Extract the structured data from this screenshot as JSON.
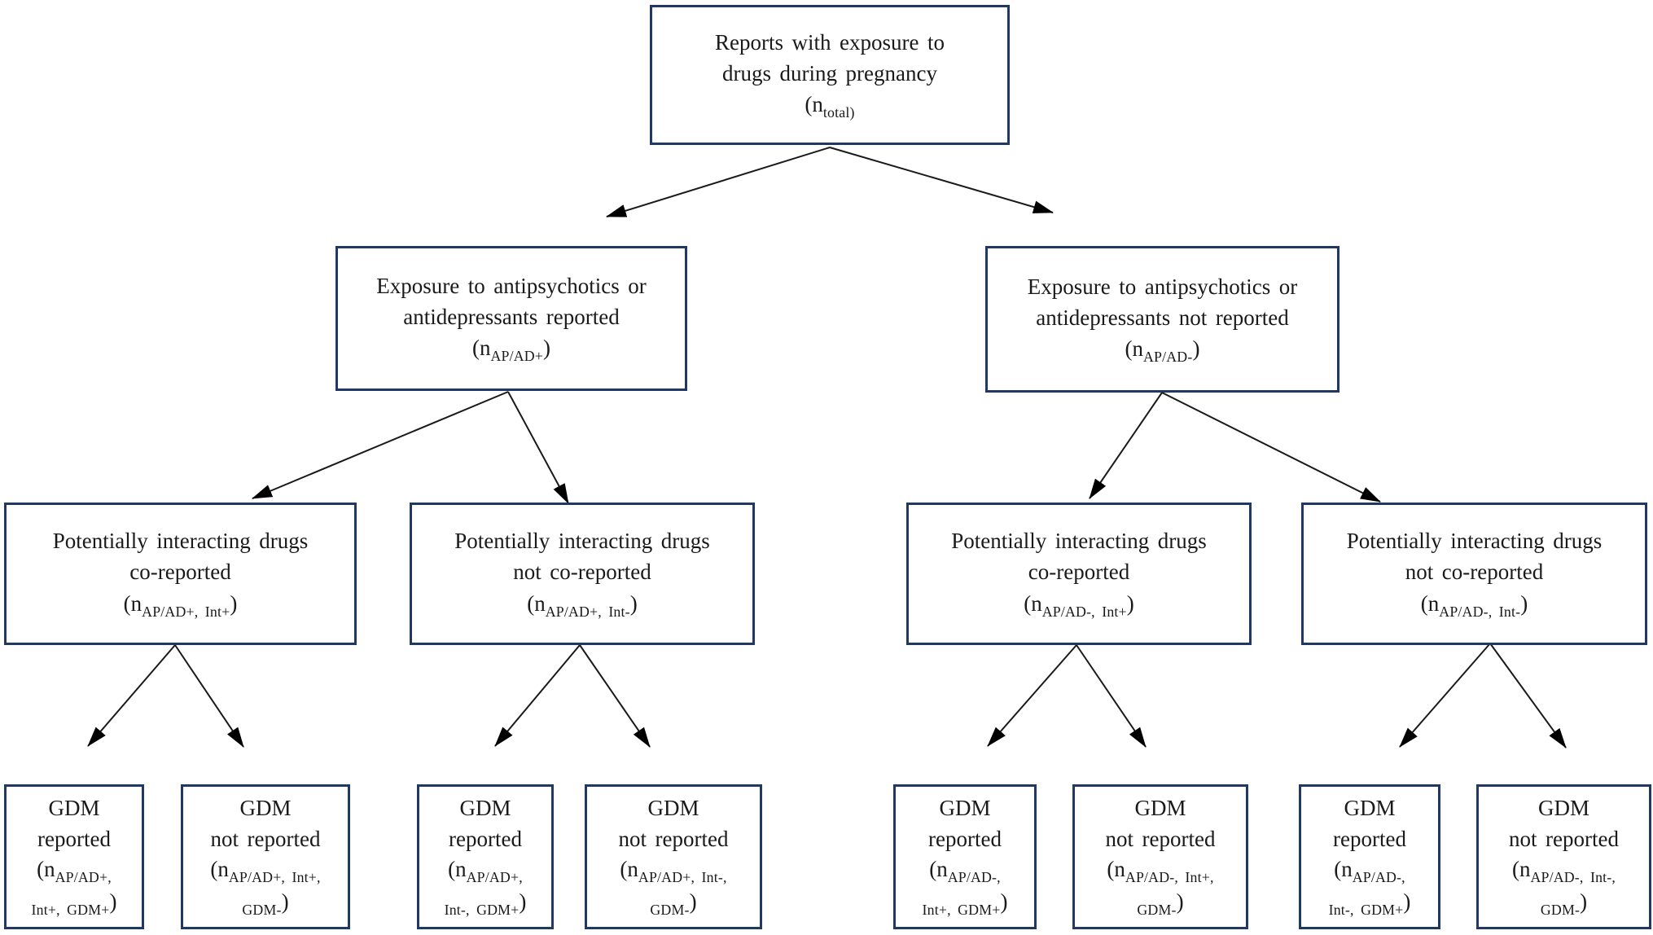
{
  "diagram": {
    "description": "Flowchart of reports classified by drug exposure, potentially interacting drugs, and GDM reporting",
    "colors": {
      "box_border": "#1f3864",
      "text": "#1a1a1a",
      "arrow": "#000000",
      "background": "#ffffff"
    },
    "nodes": [
      {
        "id": "root",
        "lines": [
          [
            {
              "t": "Reports with exposure to"
            }
          ],
          [
            {
              "t": "drugs during pregnancy"
            }
          ],
          [
            {
              "t": "(n"
            },
            {
              "t": "total)",
              "sub": true
            }
          ]
        ]
      },
      {
        "id": "apad_pos",
        "lines": [
          [
            {
              "t": "Exposure to antipsychotics or"
            }
          ],
          [
            {
              "t": "antidepressants reported"
            }
          ],
          [
            {
              "t": "(n"
            },
            {
              "t": "AP/AD+",
              "sub": true
            },
            {
              "t": ")"
            }
          ]
        ]
      },
      {
        "id": "apad_neg",
        "lines": [
          [
            {
              "t": "Exposure to antipsychotics or"
            }
          ],
          [
            {
              "t": "antidepressants not reported"
            }
          ],
          [
            {
              "t": "(n"
            },
            {
              "t": "AP/AD-",
              "sub": true
            },
            {
              "t": ")"
            }
          ]
        ]
      },
      {
        "id": "app",
        "lines": [
          [
            {
              "t": "Potentially interacting drugs"
            }
          ],
          [
            {
              "t": "co-reported"
            }
          ],
          [
            {
              "t": "(n"
            },
            {
              "t": "AP/AD+, Int+",
              "sub": true
            },
            {
              "t": ")"
            }
          ]
        ]
      },
      {
        "id": "apn",
        "lines": [
          [
            {
              "t": "Potentially interacting drugs"
            }
          ],
          [
            {
              "t": "not co-reported"
            }
          ],
          [
            {
              "t": "(n"
            },
            {
              "t": "AP/AD+, Int-",
              "sub": true
            },
            {
              "t": ")"
            }
          ]
        ]
      },
      {
        "id": "anp",
        "lines": [
          [
            {
              "t": "Potentially interacting drugs"
            }
          ],
          [
            {
              "t": "co-reported"
            }
          ],
          [
            {
              "t": "(n"
            },
            {
              "t": "AP/AD-, Int+",
              "sub": true
            },
            {
              "t": ")"
            }
          ]
        ]
      },
      {
        "id": "ann",
        "lines": [
          [
            {
              "t": "Potentially interacting drugs"
            }
          ],
          [
            {
              "t": "not co-reported"
            }
          ],
          [
            {
              "t": "(n"
            },
            {
              "t": "AP/AD-, Int-",
              "sub": true
            },
            {
              "t": ")"
            }
          ]
        ]
      },
      {
        "id": "gdm1",
        "lines": [
          [
            {
              "t": "GDM"
            }
          ],
          [
            {
              "t": "reported"
            }
          ],
          [
            {
              "t": "(n"
            },
            {
              "t": "AP/AD+,",
              "sub": true
            }
          ],
          [
            {
              "t": "Int+, GDM+",
              "sub": true
            },
            {
              "t": ")"
            }
          ]
        ]
      },
      {
        "id": "gdm2",
        "lines": [
          [
            {
              "t": "GDM"
            }
          ],
          [
            {
              "t": "not reported"
            }
          ],
          [
            {
              "t": "(n"
            },
            {
              "t": "AP/AD+, Int+,",
              "sub": true
            }
          ],
          [
            {
              "t": "GDM-",
              "sub": true
            },
            {
              "t": ")"
            }
          ]
        ]
      },
      {
        "id": "gdm3",
        "lines": [
          [
            {
              "t": "GDM"
            }
          ],
          [
            {
              "t": "reported"
            }
          ],
          [
            {
              "t": "(n"
            },
            {
              "t": "AP/AD+,",
              "sub": true
            }
          ],
          [
            {
              "t": "Int-, GDM+",
              "sub": true
            },
            {
              "t": ")"
            }
          ]
        ]
      },
      {
        "id": "gdm4",
        "lines": [
          [
            {
              "t": "GDM"
            }
          ],
          [
            {
              "t": "not reported"
            }
          ],
          [
            {
              "t": "(n"
            },
            {
              "t": "AP/AD+, Int-,",
              "sub": true
            }
          ],
          [
            {
              "t": "GDM-",
              "sub": true
            },
            {
              "t": ")"
            }
          ]
        ]
      },
      {
        "id": "gdm5",
        "lines": [
          [
            {
              "t": "GDM"
            }
          ],
          [
            {
              "t": "reported"
            }
          ],
          [
            {
              "t": "(n"
            },
            {
              "t": "AP/AD-,",
              "sub": true
            }
          ],
          [
            {
              "t": "Int+, GDM+",
              "sub": true
            },
            {
              "t": ")"
            }
          ]
        ]
      },
      {
        "id": "gdm6",
        "lines": [
          [
            {
              "t": "GDM"
            }
          ],
          [
            {
              "t": "not reported"
            }
          ],
          [
            {
              "t": "(n"
            },
            {
              "t": "AP/AD-, Int+,",
              "sub": true
            }
          ],
          [
            {
              "t": "GDM-",
              "sub": true
            },
            {
              "t": ")"
            }
          ]
        ]
      },
      {
        "id": "gdm7",
        "lines": [
          [
            {
              "t": "GDM"
            }
          ],
          [
            {
              "t": "reported"
            }
          ],
          [
            {
              "t": "(n"
            },
            {
              "t": "AP/AD-,",
              "sub": true
            }
          ],
          [
            {
              "t": "Int-, GDM+",
              "sub": true
            },
            {
              "t": ")"
            }
          ]
        ]
      },
      {
        "id": "gdm8",
        "lines": [
          [
            {
              "t": "GDM"
            }
          ],
          [
            {
              "t": "not reported"
            }
          ],
          [
            {
              "t": "(n"
            },
            {
              "t": "AP/AD-, Int-,",
              "sub": true
            }
          ],
          [
            {
              "t": "GDM-",
              "sub": true
            },
            {
              "t": ")"
            }
          ]
        ]
      }
    ],
    "edges": [
      {
        "from": "root",
        "to": "apad_pos"
      },
      {
        "from": "root",
        "to": "apad_neg"
      },
      {
        "from": "apad_pos",
        "to": "app"
      },
      {
        "from": "apad_pos",
        "to": "apn"
      },
      {
        "from": "apad_neg",
        "to": "anp"
      },
      {
        "from": "apad_neg",
        "to": "ann"
      },
      {
        "from": "app",
        "to": "gdm1"
      },
      {
        "from": "app",
        "to": "gdm2"
      },
      {
        "from": "apn",
        "to": "gdm3"
      },
      {
        "from": "apn",
        "to": "gdm4"
      },
      {
        "from": "anp",
        "to": "gdm5"
      },
      {
        "from": "anp",
        "to": "gdm6"
      },
      {
        "from": "ann",
        "to": "gdm7"
      },
      {
        "from": "ann",
        "to": "gdm8"
      }
    ]
  }
}
